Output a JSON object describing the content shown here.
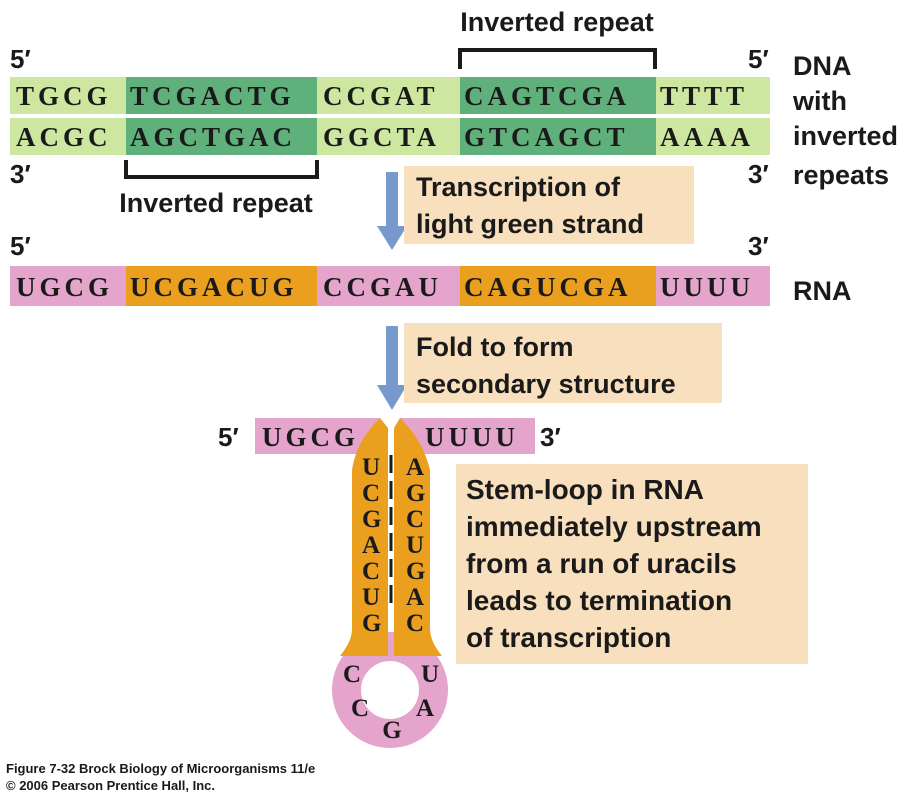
{
  "colors": {
    "dna_light": "#cde6a0",
    "dna_dark": "#5fb07a",
    "rna_pink": "#e4a4cc",
    "rna_orange": "#eb9f1e",
    "note_box": "#f8dfbd",
    "arrow": "#7799cc",
    "bracket": "#1a1a1a"
  },
  "dna": {
    "top_prime5": "5′",
    "top_prime5_right": "5′",
    "bottom_prime3": "3′",
    "bottom_prime3_right": "3′",
    "top_segments": [
      "TGCG",
      "TCGACTG",
      "CCGAT",
      "CAGTCGA",
      "TTTT"
    ],
    "bottom_segments": [
      "ACGC",
      "AGCTGAC",
      "GGCTA",
      "GTCAGCT",
      "AAAA"
    ],
    "label_lines": [
      "DNA",
      "with",
      "inverted",
      "repeats"
    ],
    "inverted_repeat_top": "Inverted repeat",
    "inverted_repeat_bottom": "Inverted repeat"
  },
  "step1": {
    "lines": [
      "Transcription of",
      "light green strand"
    ]
  },
  "rna": {
    "prime5": "5′",
    "prime3": "3′",
    "segments": [
      "UGCG",
      "UCGACUG",
      "CCGAU",
      "CAGUCGA",
      "UUUU"
    ],
    "label": "RNA"
  },
  "step2": {
    "lines": [
      "Fold to form",
      "secondary structure"
    ]
  },
  "stemloop": {
    "prime5": "5′",
    "prime3": "3′",
    "left_tail": "UGCG",
    "right_tail": "UUUU",
    "left_stem": [
      "U",
      "C",
      "G",
      "A",
      "C",
      "U",
      "G"
    ],
    "right_stem": [
      "A",
      "G",
      "C",
      "U",
      "G",
      "A",
      "C"
    ],
    "loop": [
      "C",
      "C",
      "G",
      "A",
      "U"
    ]
  },
  "note": {
    "lines": [
      "Stem-loop in RNA",
      "immediately upstream",
      "from a run of uracils",
      "leads to termination",
      "of transcription"
    ]
  },
  "caption": {
    "line1": "Figure 7-32  Brock Biology of Microorganisms 11/e",
    "line2": "© 2006 Pearson Prentice Hall, Inc."
  }
}
